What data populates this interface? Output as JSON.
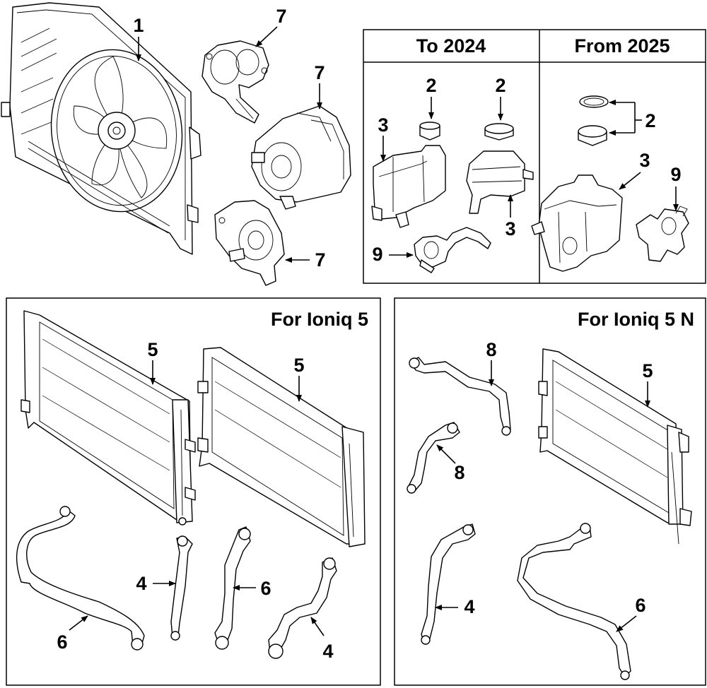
{
  "panels": {
    "reservoir": {
      "left_heading": "To 2024",
      "right_heading": "From 2025"
    },
    "ioniq5": {
      "heading": "For Ioniq 5"
    },
    "ioniq5n": {
      "heading": "For Ioniq 5 N"
    }
  },
  "callouts": {
    "fan": "1",
    "pump_top": "7",
    "pump_mid": "7",
    "pump_bottom": "7",
    "cap_left": "2",
    "cap_mid": "2",
    "cap_2025": "2",
    "tank_left_top": "3",
    "tank_mid": "3",
    "tank_2025": "3",
    "valve_2024": "9",
    "valve_2025": "9",
    "rad1": "5",
    "rad2": "5",
    "rad3": "5",
    "hose4_a": "4",
    "hose6_a": "6",
    "hose6_b": "6",
    "hose4_b": "4",
    "hose8_a": "8",
    "hose8_b": "8",
    "hose4_c": "4",
    "hose6_c": "6"
  }
}
